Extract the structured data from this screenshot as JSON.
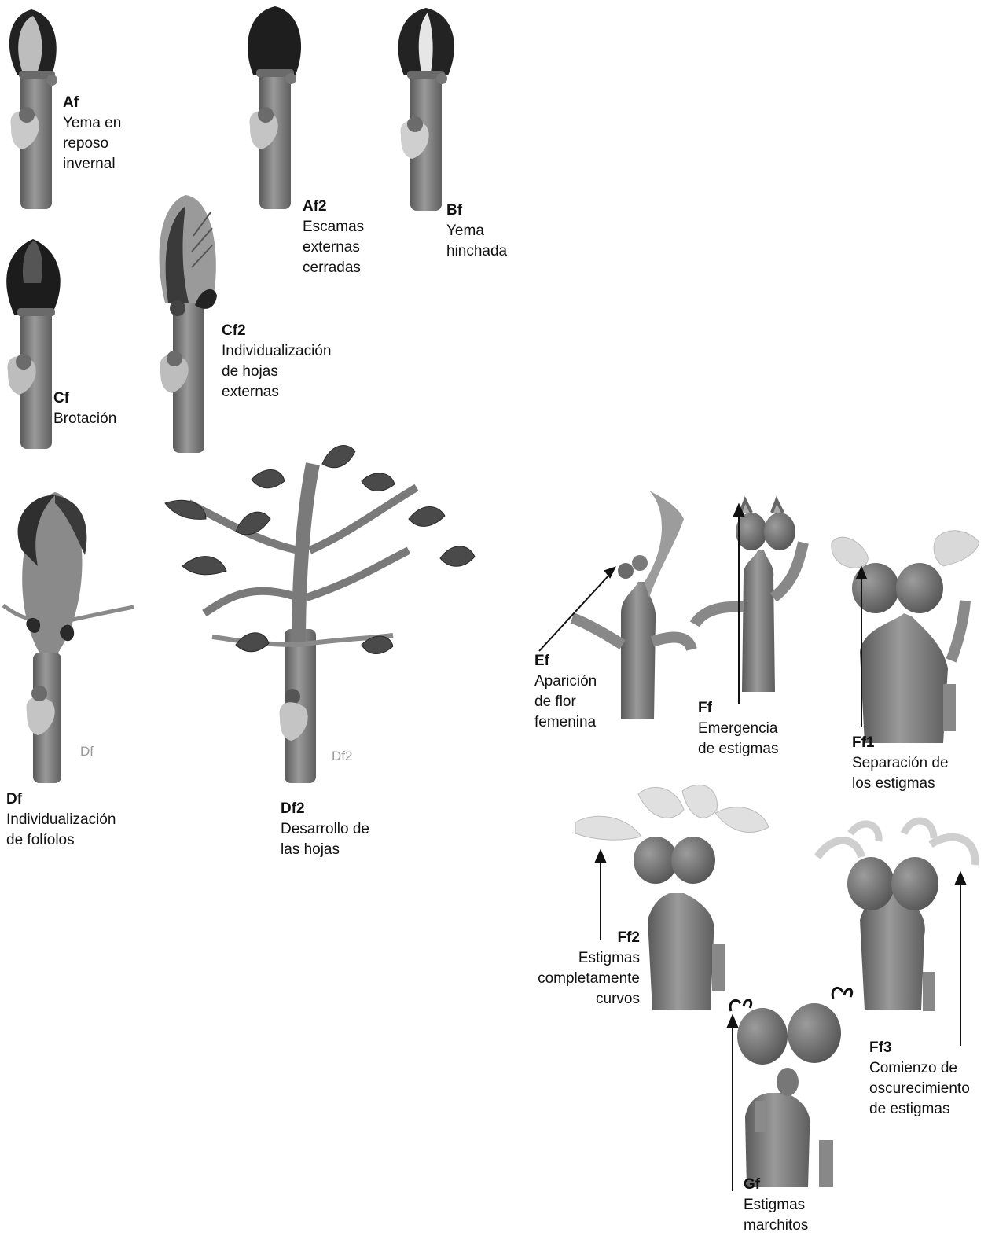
{
  "stages": [
    {
      "code": "Af",
      "desc": "Yema en\nreposo\ninvernal"
    },
    {
      "code": "Af2",
      "desc": "Escamas\nexternas\ncerradas"
    },
    {
      "code": "Bf",
      "desc": "Yema\nhinchada"
    },
    {
      "code": "Cf",
      "desc": "Brotación"
    },
    {
      "code": "Cf2",
      "desc": "Individualización\nde hojas\nexternas"
    },
    {
      "code": "Df",
      "desc": "Individualización\nde folíolos"
    },
    {
      "code": "Df2",
      "desc": "Desarrollo de\nlas hojas"
    },
    {
      "code": "Ef",
      "desc": "Aparición\nde flor\nfemenina"
    },
    {
      "code": "Ff",
      "desc": "Emergencia\nde estigmas"
    },
    {
      "code": "Ff1",
      "desc": "Separación de\nlos estigmas"
    },
    {
      "code": "Ff2",
      "desc": "Estigmas\ncompletamente\ncurvos"
    },
    {
      "code": "Ff3",
      "desc": "Comienzo de\noscurecimiento\nde estigmas"
    },
    {
      "code": "Gf",
      "desc": "Estigmas\nmarchitos"
    }
  ],
  "image_marks": {
    "df": "Df",
    "df2": "Df2"
  },
  "colors": {
    "stem": "#7a7a7a",
    "stem_dark": "#555555",
    "bud_dark": "#2a2a2a",
    "bud_light": "#b8b8b8",
    "stigma": "#dcdcdc",
    "leaf": "#6a6a6a"
  }
}
